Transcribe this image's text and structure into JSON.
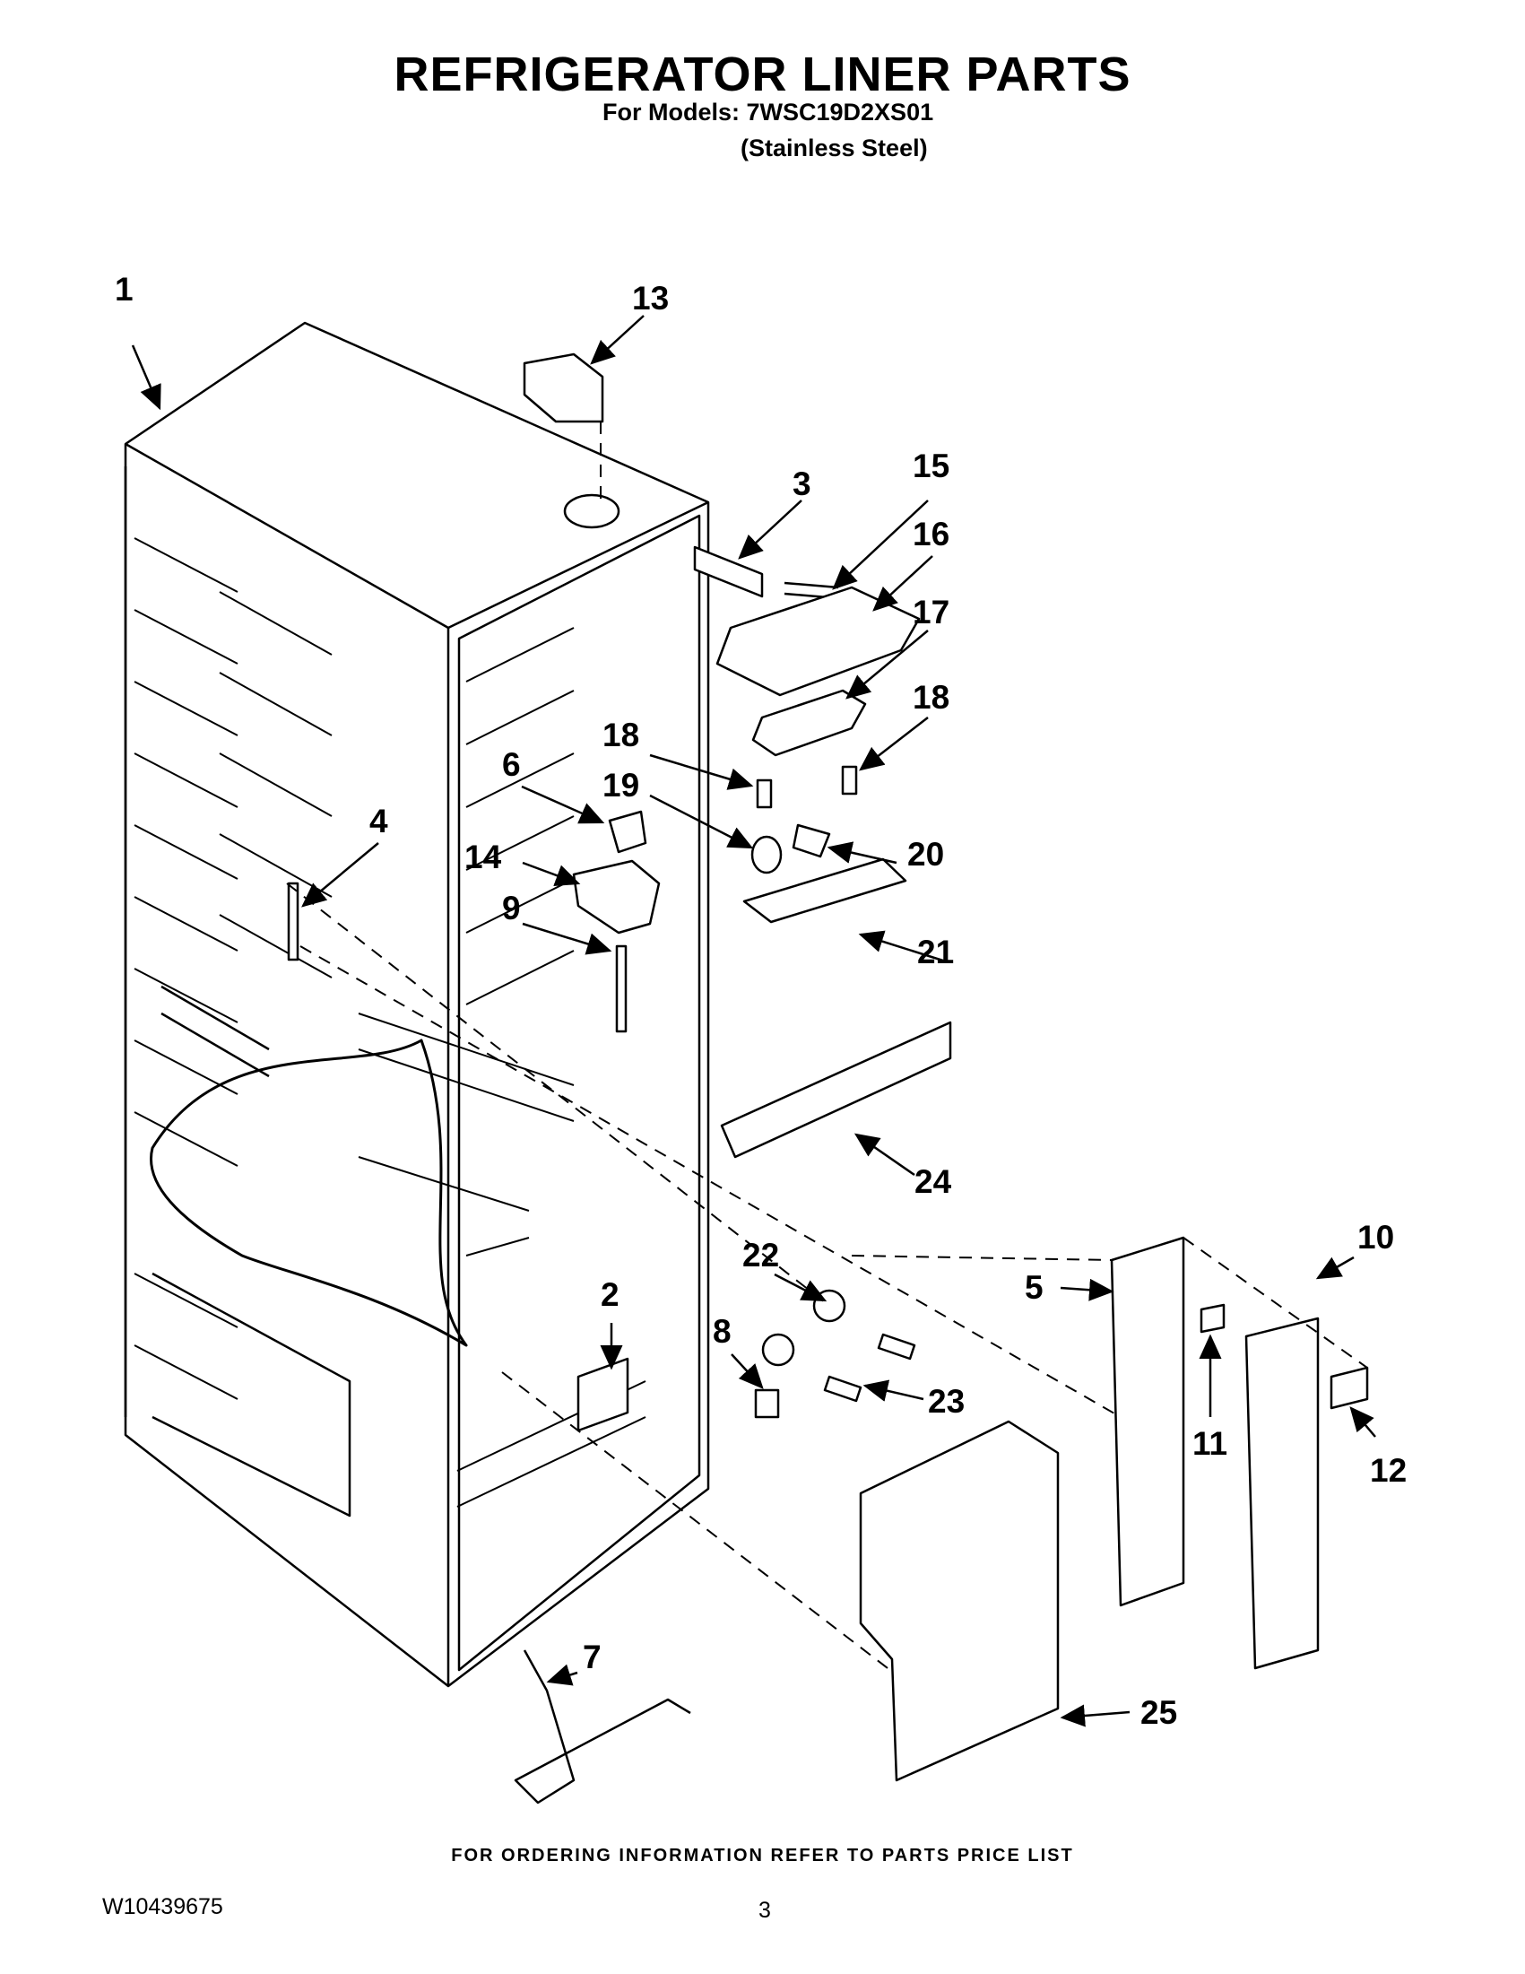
{
  "header": {
    "title": "REFRIGERATOR LINER PARTS",
    "models": "For Models: 7WSC19D2XS01",
    "finish": "(Stainless Steel)"
  },
  "callouts": [
    "1",
    "13",
    "3",
    "15",
    "16",
    "17",
    "18",
    "18",
    "19",
    "6",
    "4",
    "14",
    "20",
    "9",
    "21",
    "24",
    "22",
    "10",
    "5",
    "2",
    "8",
    "11",
    "12",
    "23",
    "7",
    "25"
  ],
  "footer": {
    "ordering_note": "FOR ORDERING INFORMATION REFER TO PARTS PRICE LIST",
    "doc_number": "W10439675",
    "page_number": "3"
  }
}
